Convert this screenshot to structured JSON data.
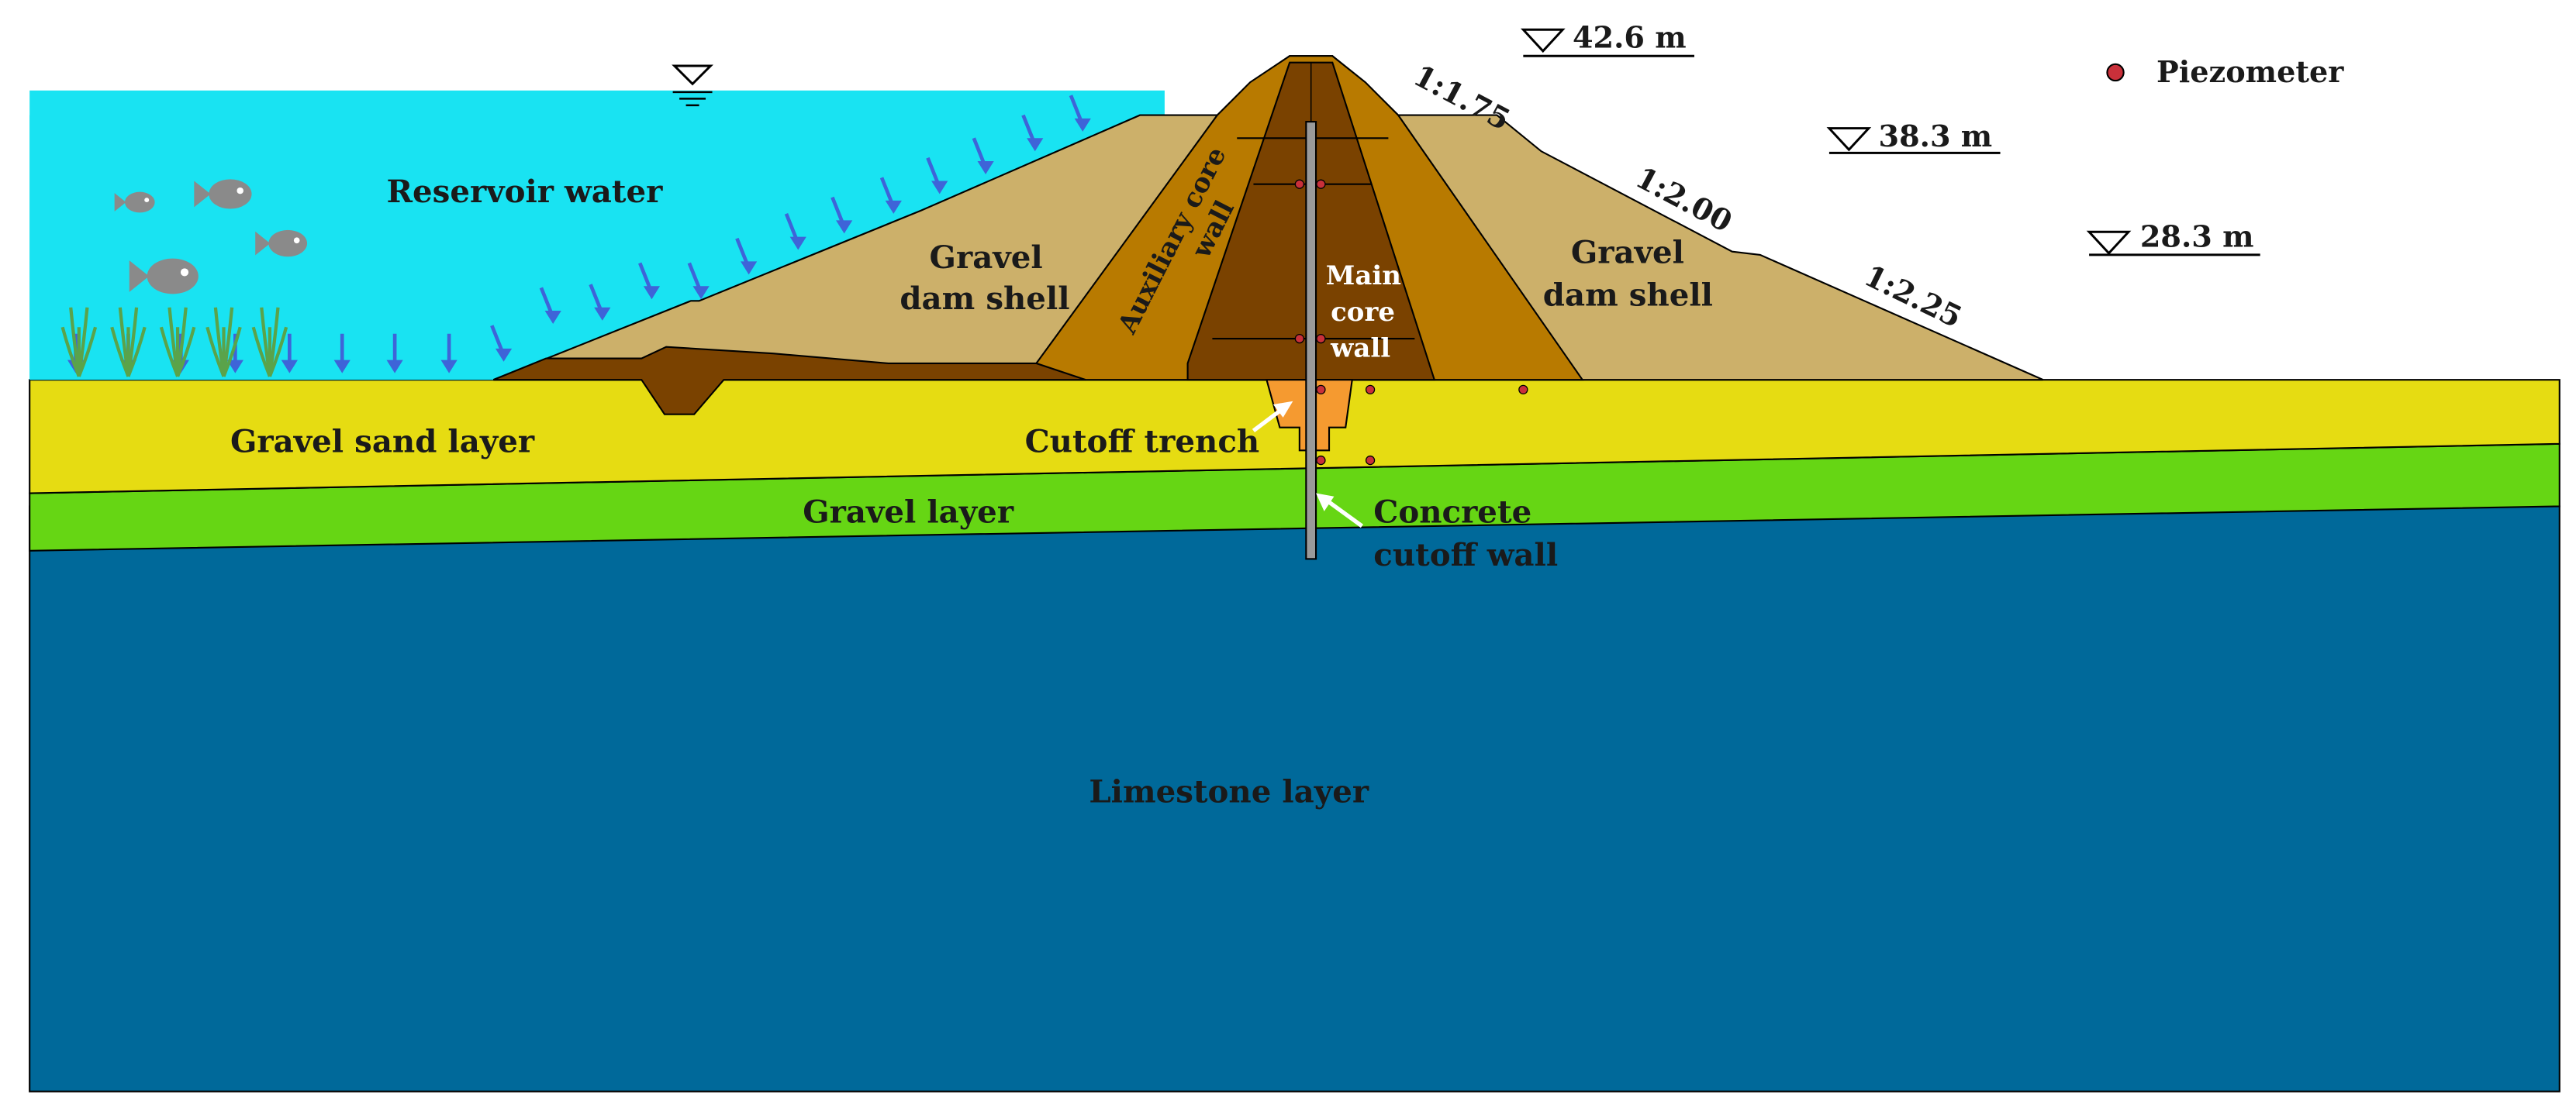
{
  "colors": {
    "reservoir": "#19e3f2",
    "dam_shell": "#ccb06a",
    "auxiliary_core": "#b87a00",
    "main_core": "#7a4200",
    "gravel_sand": "#e6dc12",
    "gravel": "#66d614",
    "limestone": "#00699a",
    "cutoff_trench": "#f59a30",
    "piezometer": "#c9303a",
    "seepage_arrow": "#3e64d8",
    "fish": "#8a8a8a",
    "weed": "#5aa34a"
  },
  "labels": {
    "reservoir_water": "Reservoir water",
    "gravel_dam_shell_left_1": "Gravel",
    "gravel_dam_shell_left_2": "dam shell",
    "gravel_dam_shell_right_1": "Gravel",
    "gravel_dam_shell_right_2": "dam shell",
    "auxiliary_core_wall_1": "Auxiliary core",
    "auxiliary_core_wall_2": "wall",
    "main_core_wall_1": "Main",
    "main_core_wall_2": "core",
    "main_core_wall_3": "wall",
    "gravel_sand_layer": "Gravel sand layer",
    "gravel_layer": "Gravel layer",
    "limestone_layer": "Limestone layer",
    "cutoff_trench": "Cutoff trench",
    "concrete_cutoff_wall_1": "Concrete",
    "concrete_cutoff_wall_2": "cutoff wall"
  },
  "legend": {
    "piezometer": "Piezometer"
  },
  "elevations": [
    "42.6 m",
    "38.3 m",
    "28.3 m"
  ],
  "slopes": [
    "1:1.75",
    "1:2.00",
    "1:2.25"
  ]
}
